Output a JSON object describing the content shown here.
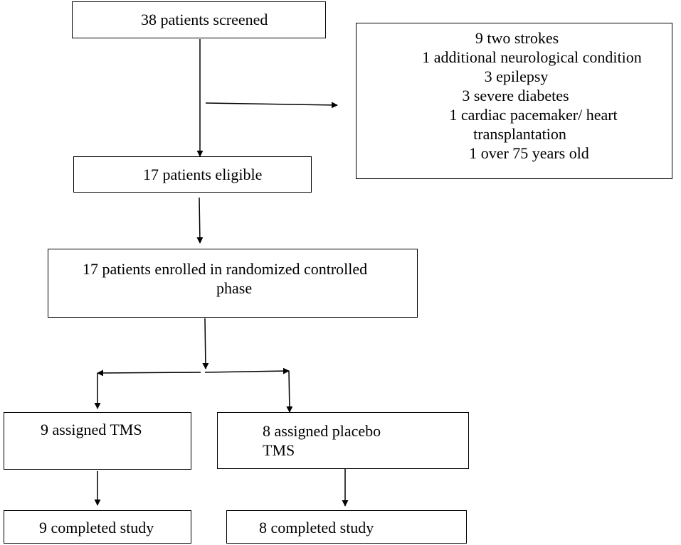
{
  "colors": {
    "stroke": "#000000",
    "background": "#ffffff"
  },
  "screened": {
    "text": "38 patients screened"
  },
  "excluded": {
    "lines": [
      "9 two strokes",
      "1 additional neurological condition",
      "3 epilepsy",
      "3 severe diabetes",
      "1 cardiac pacemaker/ heart",
      "transplantation",
      "1 over 75 years old"
    ]
  },
  "eligible": {
    "text": "17 patients eligible"
  },
  "enrolled": {
    "lines": [
      "17 patients enrolled in randomized controlled",
      "phase"
    ]
  },
  "tms": {
    "assigned": "9 assigned TMS",
    "completed": "9 completed study"
  },
  "placebo": {
    "assigned_lines": [
      "8 assigned placebo",
      "TMS"
    ],
    "completed": "8 completed study"
  }
}
